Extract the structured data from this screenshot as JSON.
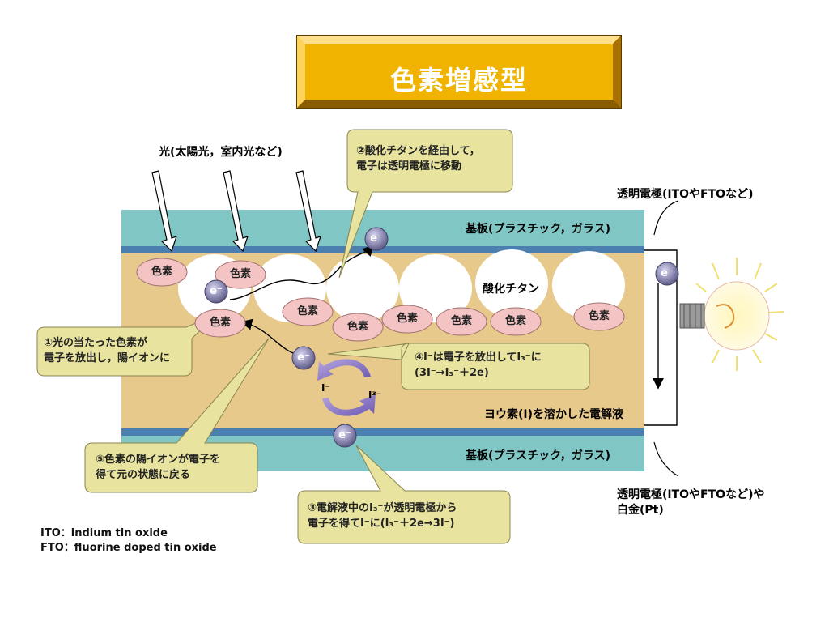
{
  "title": "色素増感型",
  "labels": {
    "light": "光(太陽光，室内光など)",
    "substrate_top": "基板(プラスチック，ガラス)",
    "substrate_bottom": "基板(プラスチック，ガラス)",
    "tio2": "酸化チタン",
    "electrolyte": "ヨウ素(I)を溶かした電解液",
    "electrode_top": "透明電極(ITOやFTOなど)",
    "electrode_bottom_1": "透明電極(ITOやFTOなど)や",
    "electrode_bottom_2": "白金(Pt)",
    "iodide": "I⁻",
    "triiodide": "I³⁻"
  },
  "dye_label": "色素",
  "electron_label": "e⁻",
  "callouts": {
    "step1": [
      "①光の当たった色素が",
      "電子を放出し，陽イオンに"
    ],
    "step2": [
      "②酸化チタンを経由して，",
      "電子は透明電極に移動"
    ],
    "step3": [
      "③電解液中のI₃⁻が透明電極から",
      "電子を得てI⁻に(I₃⁻＋2e→3I⁻)"
    ],
    "step4": [
      "④I⁻は電子を放出してI₃⁻に",
      "(3I⁻→I₃⁻＋2e)"
    ],
    "step5": [
      "⑤色素の陽イオンが電子を",
      "得て元の状態に戻る"
    ]
  },
  "notes": {
    "ito": "ITO：indium tin oxide",
    "fto": "FTO：fluorine doped tin oxide"
  },
  "colors": {
    "title_fill": "#f0b400",
    "substrate": "#7fc6c4",
    "electrode": "#4a7fb0",
    "electrolyte": "#e8c98c",
    "dye": "#f4c4c4",
    "electron": "#8a88b0",
    "callout": "#e8e4a0"
  }
}
